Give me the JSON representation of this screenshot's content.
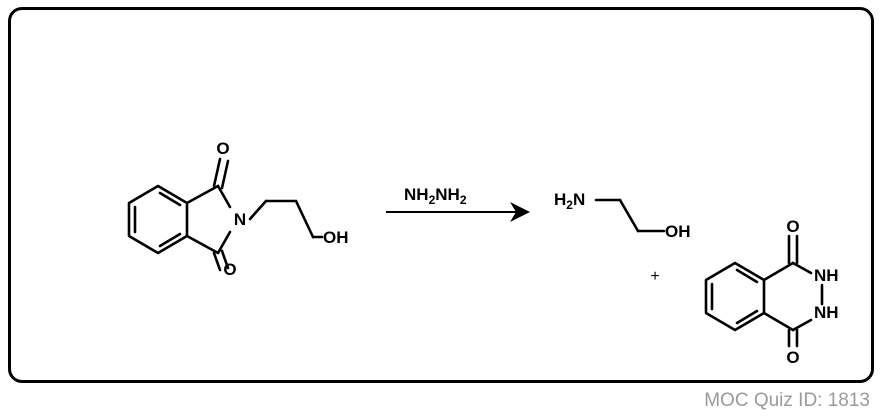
{
  "reactant": {
    "atom_O_top": "O",
    "atom_O_bottom": "O",
    "atom_N": "N",
    "hydroxyl": "OH"
  },
  "reagent": {
    "main": "NH",
    "sub1": "2",
    "mid": "NH",
    "sub2": "2"
  },
  "product1": {
    "h": "H",
    "sub": "2",
    "n": "N",
    "hydroxyl": "OH"
  },
  "plus": "+",
  "product2": {
    "atom_O_top": "O",
    "atom_O_bottom": "O",
    "nh_top": "NH",
    "nh_bottom": "NH"
  },
  "footer": {
    "quiz_id": "MOC Quiz ID: 1813"
  }
}
